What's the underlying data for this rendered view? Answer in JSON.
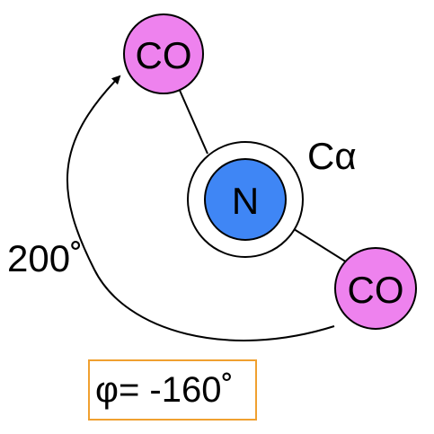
{
  "diagram": {
    "top_group_label": "CO",
    "right_group_label": "CO",
    "center_atom_label": "N",
    "calpha_label": "Cα",
    "rotation_angle_label": "200˚",
    "phi_label": "φ= -160˚"
  },
  "colors": {
    "co_fill": "#ee82ee",
    "n_fill": "#3f86f5",
    "phi_box_border": "#f0a030",
    "stroke": "#000000"
  }
}
